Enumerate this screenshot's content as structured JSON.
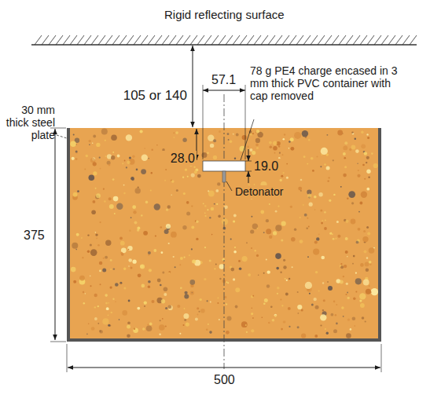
{
  "diagram": {
    "labels": [
      "Rigid reflecting surface",
      "105 or 140",
      "57.1",
      "78 g PE4 charge encased in 3 mm thick PVC container with cap removed",
      "30 mm thick steel plate",
      "28.0",
      "19.0",
      "Detonator",
      "375",
      "500"
    ]
  }
}
